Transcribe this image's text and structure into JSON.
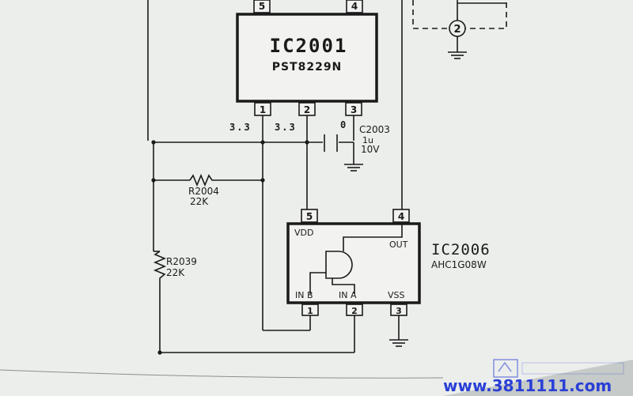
{
  "ic2001": {
    "ref": "IC2001",
    "part": "PST8229N",
    "pins": {
      "p5": "5",
      "p4": "4",
      "p1": "1",
      "p2": "2",
      "p3": "3"
    },
    "pin_voltages": {
      "v1": "3.3",
      "v2": "3.3",
      "v3": "0"
    }
  },
  "capacitor": {
    "ref": "C2003",
    "value": "1u",
    "voltage": "10V"
  },
  "r2004": {
    "ref": "R2004",
    "value": "22K"
  },
  "r2039": {
    "ref": "R2039",
    "value": "22K"
  },
  "ic2006": {
    "ref": "IC2006",
    "part": "AHC1G08W",
    "pins": {
      "p5": "5",
      "p4": "4",
      "p1": "1",
      "p2": "2",
      "p3": "3"
    },
    "labels": {
      "vdd": "VDD",
      "out": "OUT",
      "inb": "IN B",
      "ina": "IN A",
      "vss": "VSS"
    }
  },
  "top_right": {
    "node": "2"
  },
  "watermark": {
    "site": "www.3811111.com"
  },
  "colors": {
    "paper": "#f2f3f1",
    "ink": "#1a1a1a",
    "margin": "#d0d3d1",
    "watermark": "#2a3fd6"
  }
}
